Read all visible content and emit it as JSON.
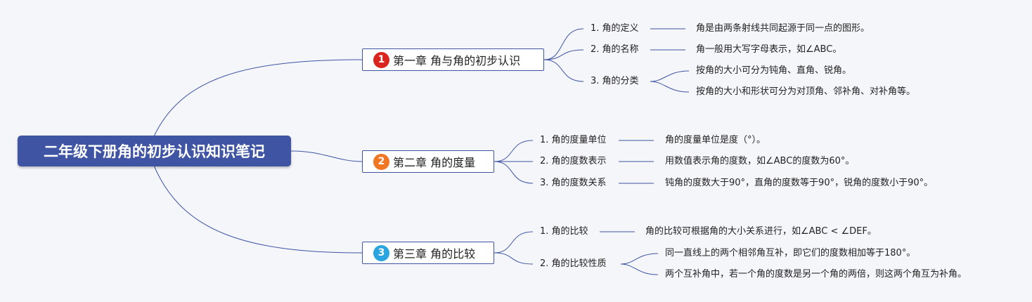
{
  "root": {
    "title": "二年级下册角的初步认识知识笔记"
  },
  "colors": {
    "line": "#3f54a3",
    "root_fill": "#3f54a3"
  },
  "chapters": [
    {
      "number": "1",
      "badge_color": "#d9251d",
      "title": "第一章 角与角的初步认识",
      "subtopics": [
        {
          "label": "1. 角的定义",
          "details": [
            "角是由两条射线共同起源于同一点的图形。"
          ]
        },
        {
          "label": "2. 角的名称",
          "details": [
            "角一般用大写字母表示，如∠ABC。"
          ]
        },
        {
          "label": "3. 角的分类",
          "details": [
            "按角的大小可分为钝角、直角、锐角。",
            "按角的大小和形状可分为对顶角、邻补角、对补角等。"
          ]
        }
      ]
    },
    {
      "number": "2",
      "badge_color": "#f07622",
      "title": "第二章 角的度量",
      "subtopics": [
        {
          "label": "1. 角的度量单位",
          "details": [
            "角的度量单位是度（°）。"
          ]
        },
        {
          "label": "2. 角的度数表示",
          "details": [
            "用数值表示角的度数，如∠ABC的度数为60°。"
          ]
        },
        {
          "label": "3. 角的度数关系",
          "details": [
            "钝角的度数大于90°，直角的度数等于90°，锐角的度数小于90°。"
          ]
        }
      ]
    },
    {
      "number": "3",
      "badge_color": "#2aa5e0",
      "title": "第三章 角的比较",
      "subtopics": [
        {
          "label": "1. 角的比较",
          "details": [
            "角的比较可根据角的大小关系进行，如∠ABC < ∠DEF。"
          ]
        },
        {
          "label": "2. 角的比较性质",
          "details": [
            "同一直线上的两个相邻角互补，即它们的度数相加等于180°。",
            "两个互补角中，若一个角的度数是另一个角的两倍，则这两个角互为补角。"
          ]
        }
      ]
    }
  ]
}
